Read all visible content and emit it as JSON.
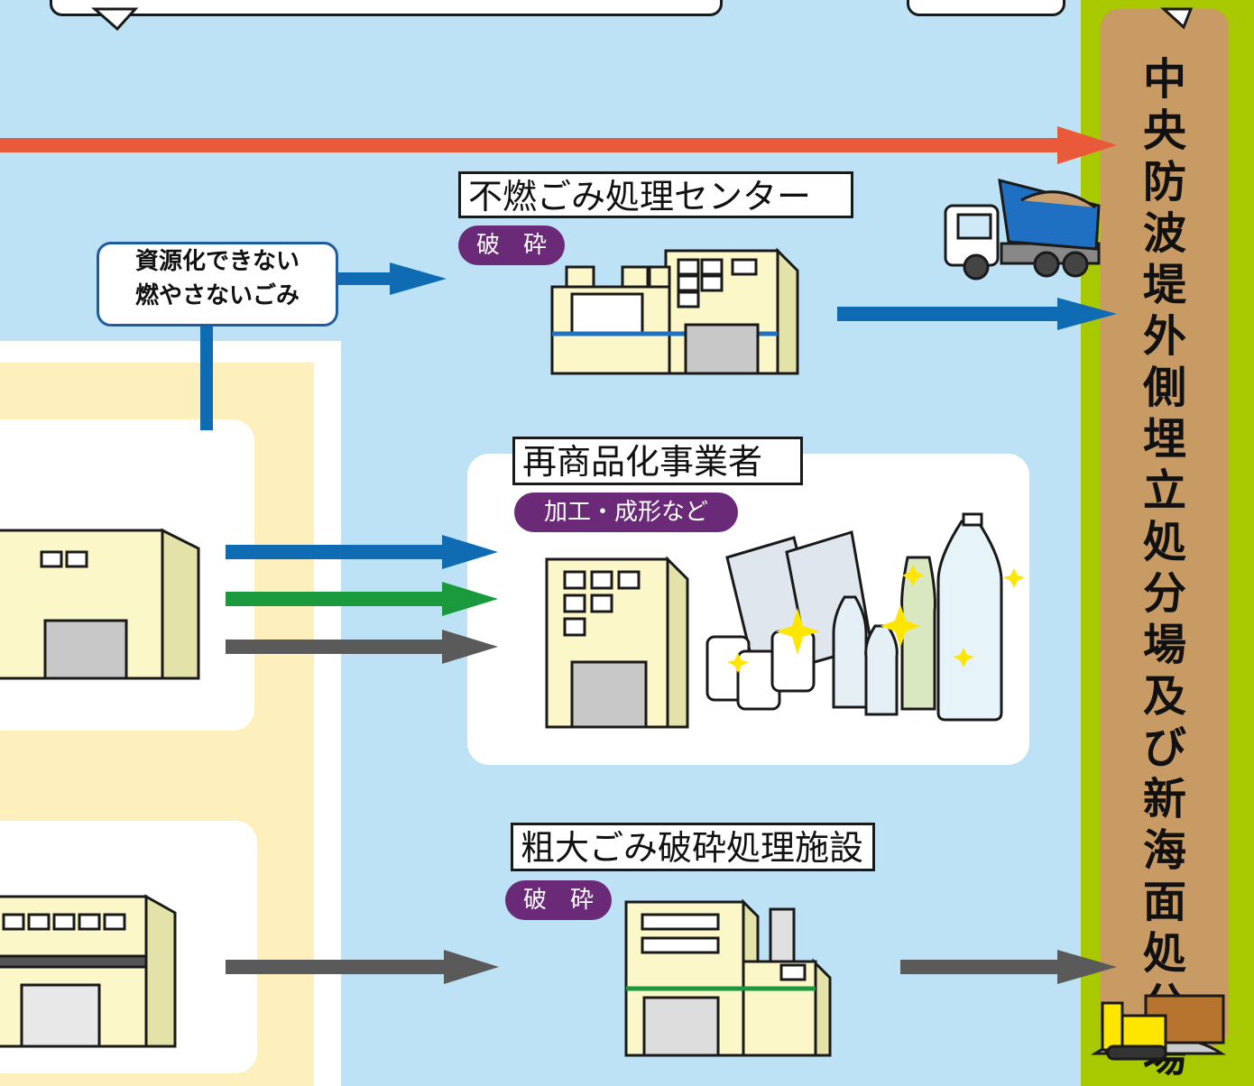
{
  "landfill": {
    "label": "中央防波堤外側埋立処分場及び新海面処分場"
  },
  "facilities": {
    "noncombustible": {
      "title": "不燃ごみ処理センター",
      "process": "破　砕"
    },
    "recycler": {
      "title": "再商品化事業者",
      "process": "加工・成形など"
    },
    "bulky": {
      "title": "粗大ごみ破砕処理施設",
      "process": "破　砕"
    }
  },
  "note": {
    "line1": "資源化できない",
    "line2": "燃やさないごみ"
  },
  "colors": {
    "background": "#bde2f6",
    "landfill_border": "#a8c800",
    "landfill_fill": "#c89a64",
    "arrow_red": "#e85a3a",
    "arrow_blue": "#0f6cb3",
    "arrow_green": "#1a9a3c",
    "arrow_gray": "#5a5a5a",
    "process_pill": "#6b2a78"
  }
}
